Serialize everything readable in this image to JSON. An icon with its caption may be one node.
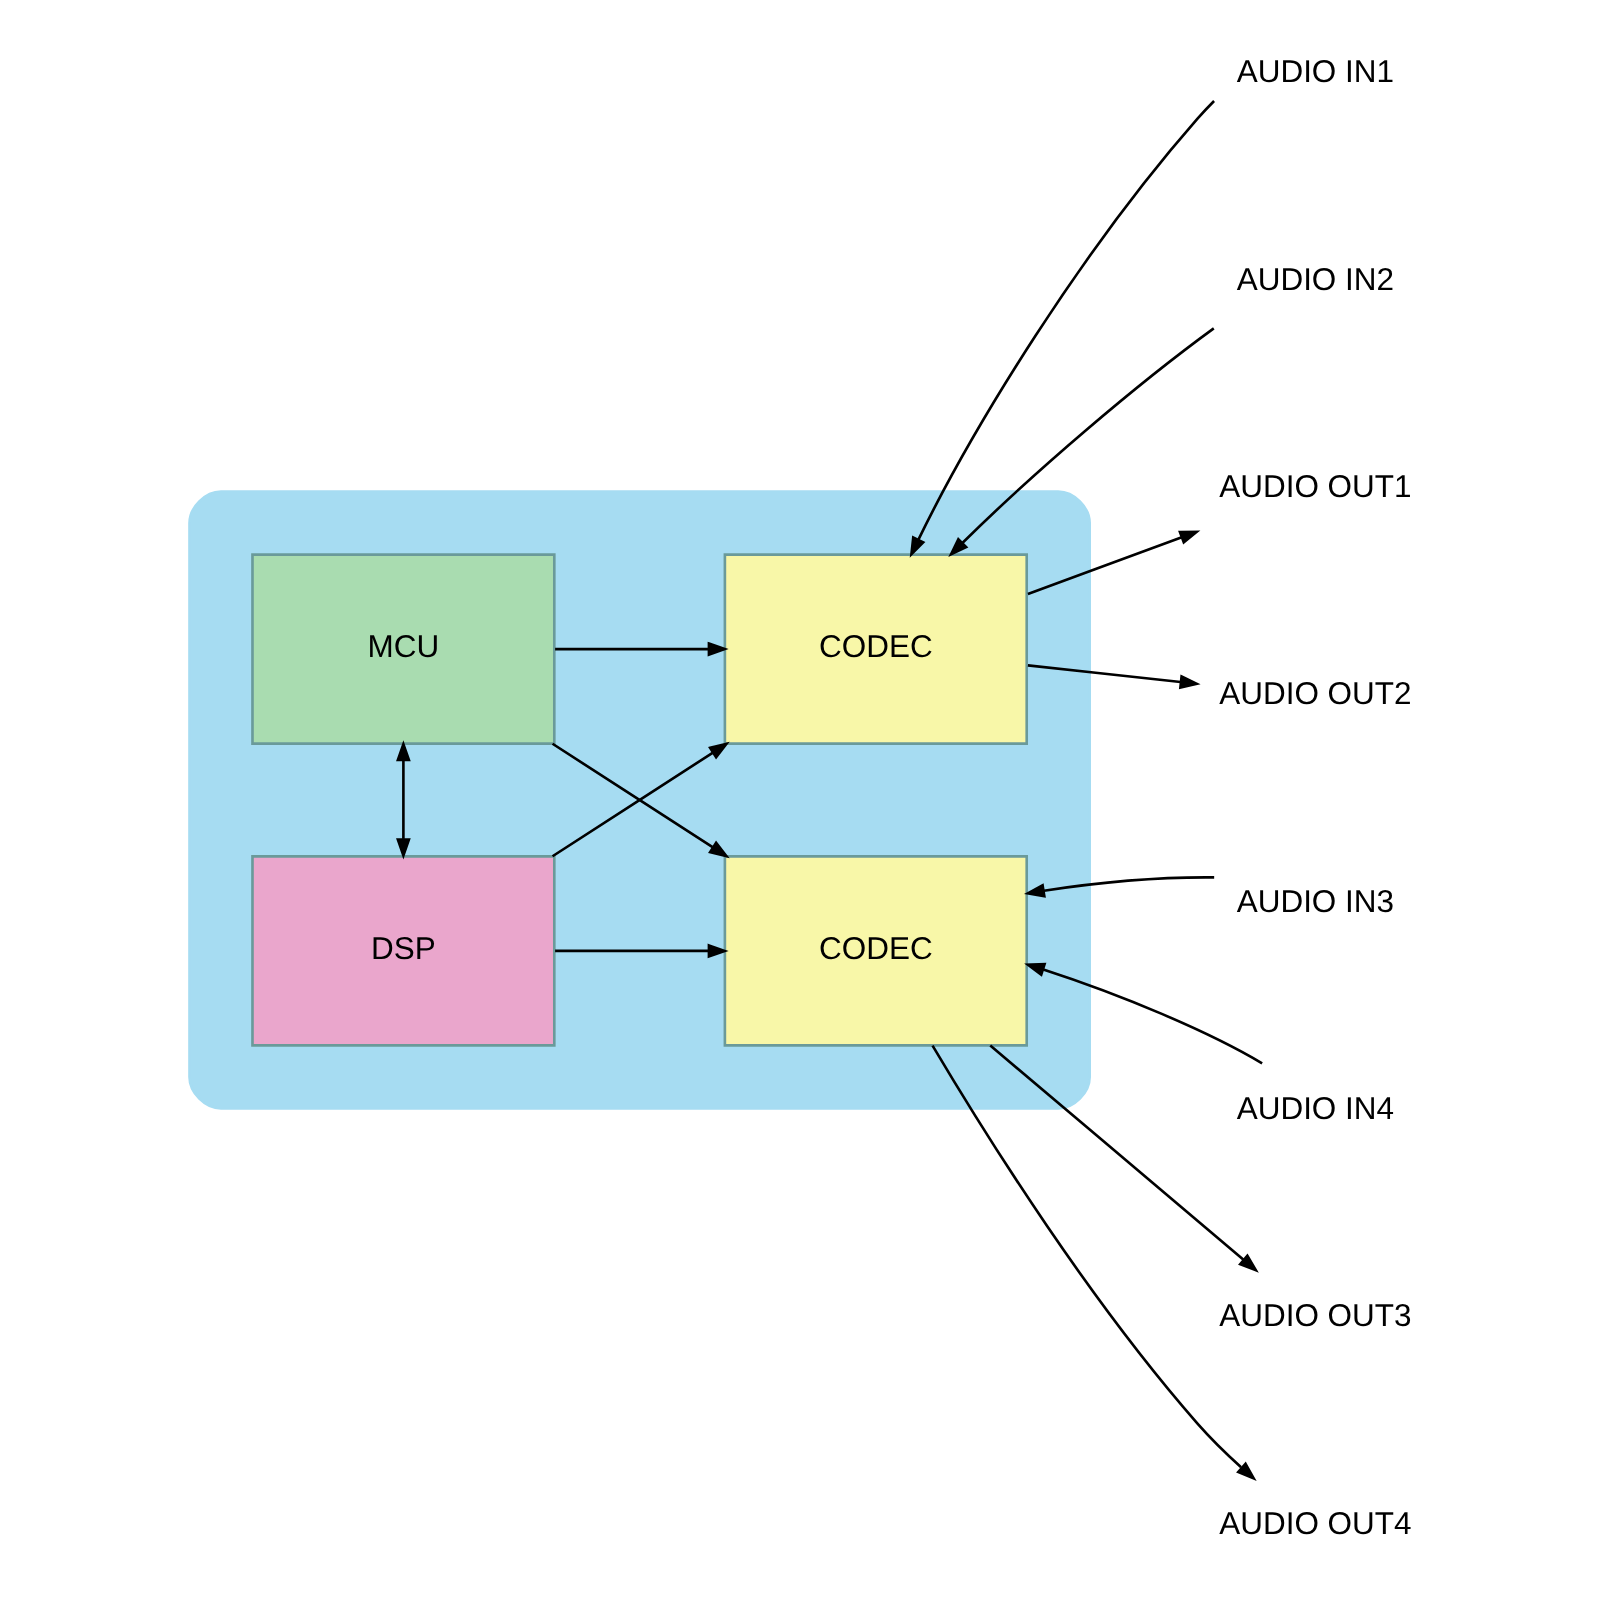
{
  "diagram": {
    "nodes": [
      {
        "text": [],
        "shape": "box"
      },
      {
        "text": [
          "MCU"
        ],
        "in": 0
      },
      {
        "text": [
          "DSP"
        ],
        "in": 0
      },
      {
        "text": [
          "CODEC"
        ],
        "in": 0
      },
      {
        "text": [
          "CODEC"
        ],
        "in": 0
      },
      {
        "text": [
          "AUDIO IN1"
        ]
      },
      {
        "text": [
          "AUDIO IN2"
        ]
      },
      {
        "text": [
          "AUDIO OUT1"
        ]
      },
      {
        "text": [
          "AUDIO OUT2"
        ]
      },
      {
        "text": [
          "AUDIO IN3"
        ]
      },
      {
        "text": [
          "AUDIO IN4"
        ]
      },
      {
        "text": [
          "AUDIO OUT3"
        ]
      },
      {
        "text": [
          "AUDIO OUT4"
        ]
      }
    ],
    "edges": [
      {
        "from": 1,
        "to": 2,
        "arrow": "both"
      },
      {
        "from": 1,
        "to": 3,
        "arrow": "to"
      },
      {
        "from": 1,
        "to": 4,
        "arrow": "to"
      },
      {
        "from": 2,
        "to": 3,
        "arrow": "to"
      },
      {
        "from": 2,
        "to": 4,
        "arrow": "to"
      },
      {
        "from": 5,
        "to": 3,
        "arrow": "to"
      },
      {
        "from": 6,
        "to": 3,
        "arrow": "to"
      },
      {
        "from": 3,
        "to": 7,
        "arrow": "to"
      },
      {
        "from": 3,
        "to": 8,
        "arrow": "to"
      },
      {
        "from": 9,
        "to": 4,
        "arrow": "to"
      },
      {
        "from": 10,
        "to": 4,
        "arrow": "to"
      },
      {
        "from": 4,
        "to": 11,
        "arrow": "to"
      },
      {
        "from": 4,
        "to": 12,
        "arrow": "to"
      }
    ]
  }
}
